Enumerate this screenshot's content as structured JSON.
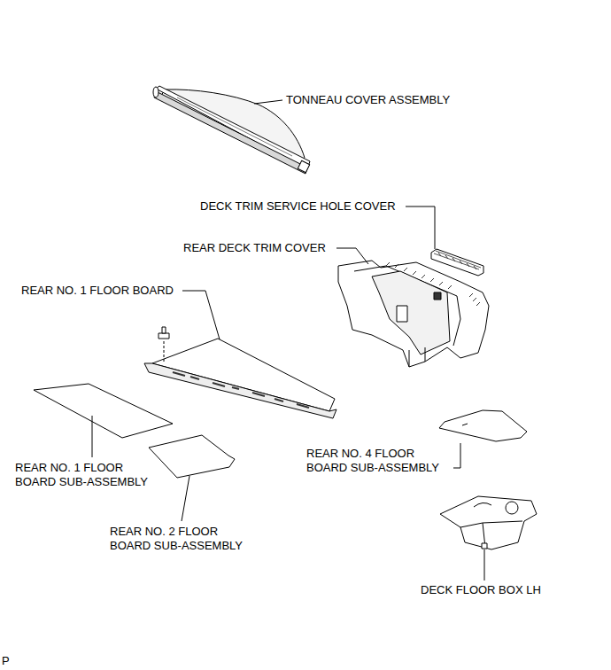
{
  "diagram": {
    "labels": [
      "TONNEAU COVER ASSEMBLY",
      "DECK TRIM SERVICE HOLE COVER",
      "REAR DECK TRIM COVER",
      "REAR NO. 1 FLOOR BOARD",
      "REAR NO. 1 FLOOR BOARD SUB-ASSEMBLY",
      "REAR NO. 2 FLOOR BOARD SUB-ASSEMBLY",
      "REAR NO. 4 FLOOR BOARD SUB-ASSEMBLY",
      "DECK FLOOR BOX LH",
      "P"
    ]
  }
}
